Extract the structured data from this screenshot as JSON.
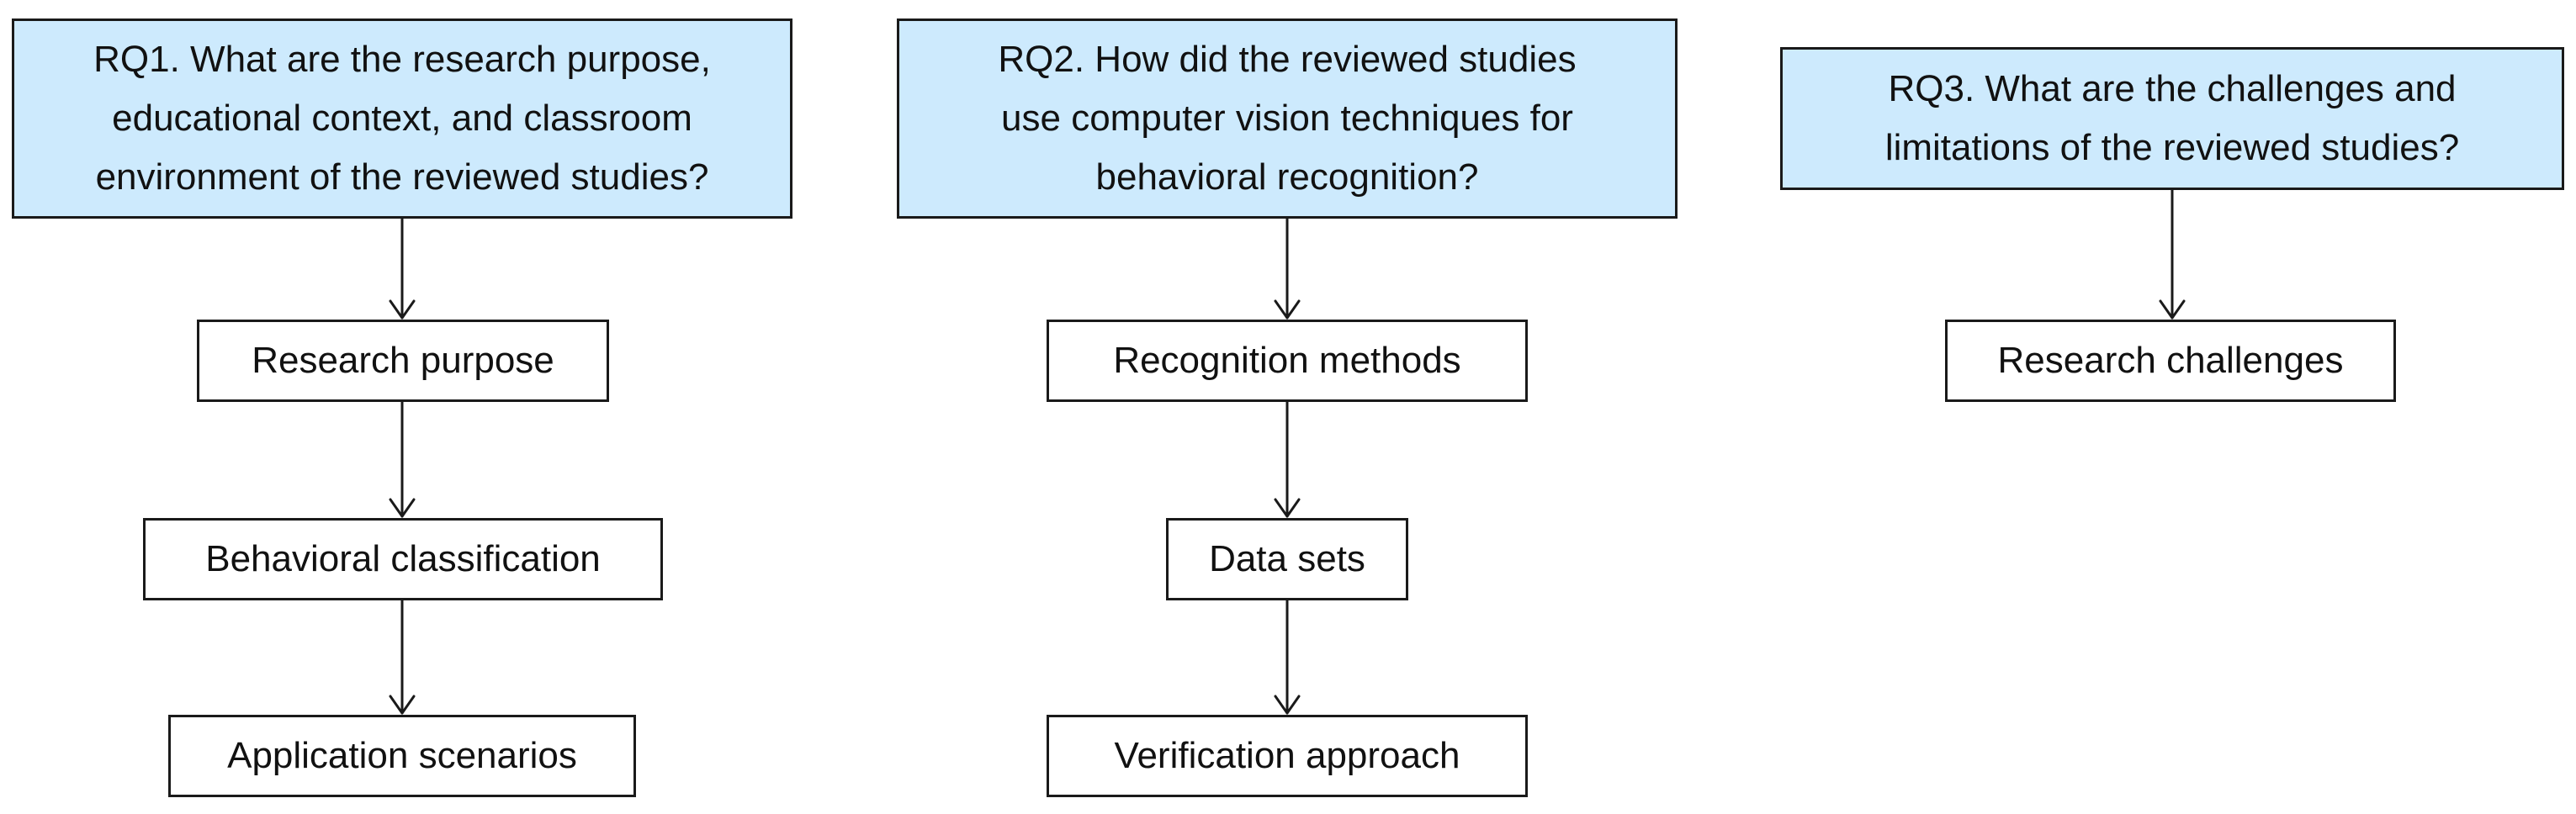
{
  "colors": {
    "question_fill": "#cdeafd",
    "box_fill": "#ffffff",
    "stroke": "#1a1a1a",
    "text": "#111111"
  },
  "columns": [
    {
      "question": {
        "lines": [
          "RQ1. What are the research purpose,",
          "educational context, and classroom",
          "environment of the reviewed studies?"
        ]
      },
      "steps": [
        "Research purpose",
        "Behavioral classification",
        "Application scenarios"
      ]
    },
    {
      "question": {
        "lines": [
          "RQ2. How did the reviewed studies",
          "use computer vision techniques for",
          "behavioral recognition?"
        ]
      },
      "steps": [
        "Recognition methods",
        "Data sets",
        "Verification approach"
      ]
    },
    {
      "question": {
        "lines": [
          "RQ3. What are the challenges and",
          "limitations of the reviewed studies?"
        ]
      },
      "steps": [
        "Research challenges"
      ]
    }
  ]
}
